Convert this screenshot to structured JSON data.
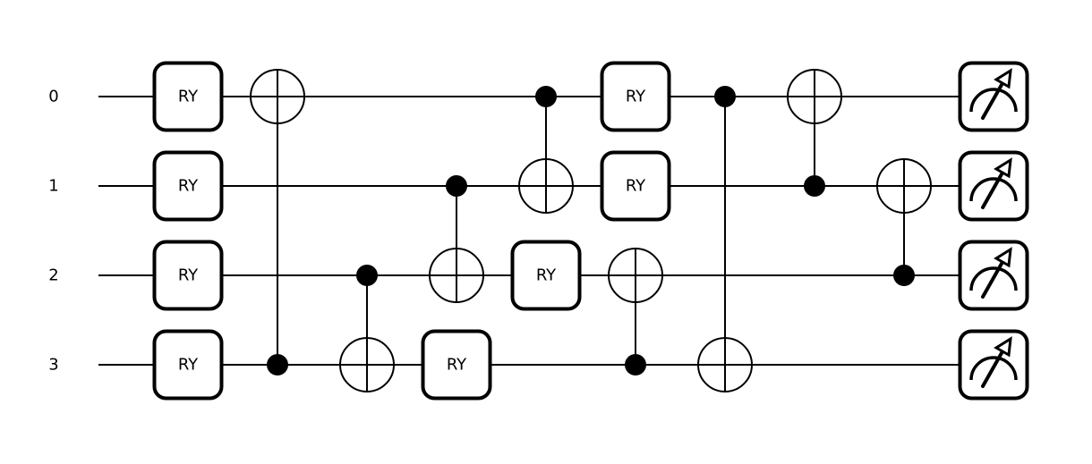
{
  "circuit": {
    "wires": [
      {
        "label": "0"
      },
      {
        "label": "1"
      },
      {
        "label": "2"
      },
      {
        "label": "3"
      }
    ],
    "ops": [
      {
        "type": "gate",
        "label": "RY",
        "wire": 0,
        "step": 0
      },
      {
        "type": "gate",
        "label": "RY",
        "wire": 1,
        "step": 0
      },
      {
        "type": "gate",
        "label": "RY",
        "wire": 2,
        "step": 0
      },
      {
        "type": "gate",
        "label": "RY",
        "wire": 3,
        "step": 0
      },
      {
        "type": "cnot",
        "control": 3,
        "target": 0,
        "step": 1
      },
      {
        "type": "cnot",
        "control": 2,
        "target": 3,
        "step": 2
      },
      {
        "type": "cnot",
        "control": 1,
        "target": 2,
        "step": 3
      },
      {
        "type": "gate",
        "label": "RY",
        "wire": 3,
        "step": 3
      },
      {
        "type": "cnot",
        "control": 0,
        "target": 1,
        "step": 4
      },
      {
        "type": "gate",
        "label": "RY",
        "wire": 2,
        "step": 4
      },
      {
        "type": "gate",
        "label": "RY",
        "wire": 0,
        "step": 5
      },
      {
        "type": "gate",
        "label": "RY",
        "wire": 1,
        "step": 5
      },
      {
        "type": "cnot",
        "control": 3,
        "target": 2,
        "step": 5
      },
      {
        "type": "cnot",
        "control": 0,
        "target": 3,
        "step": 6
      },
      {
        "type": "cnot",
        "control": 1,
        "target": 0,
        "step": 7
      },
      {
        "type": "cnot",
        "control": 2,
        "target": 1,
        "step": 8
      },
      {
        "type": "measure",
        "wire": 0,
        "step": 9
      },
      {
        "type": "measure",
        "wire": 1,
        "step": 9
      },
      {
        "type": "measure",
        "wire": 2,
        "step": 9
      },
      {
        "type": "measure",
        "wire": 3,
        "step": 9
      }
    ]
  }
}
